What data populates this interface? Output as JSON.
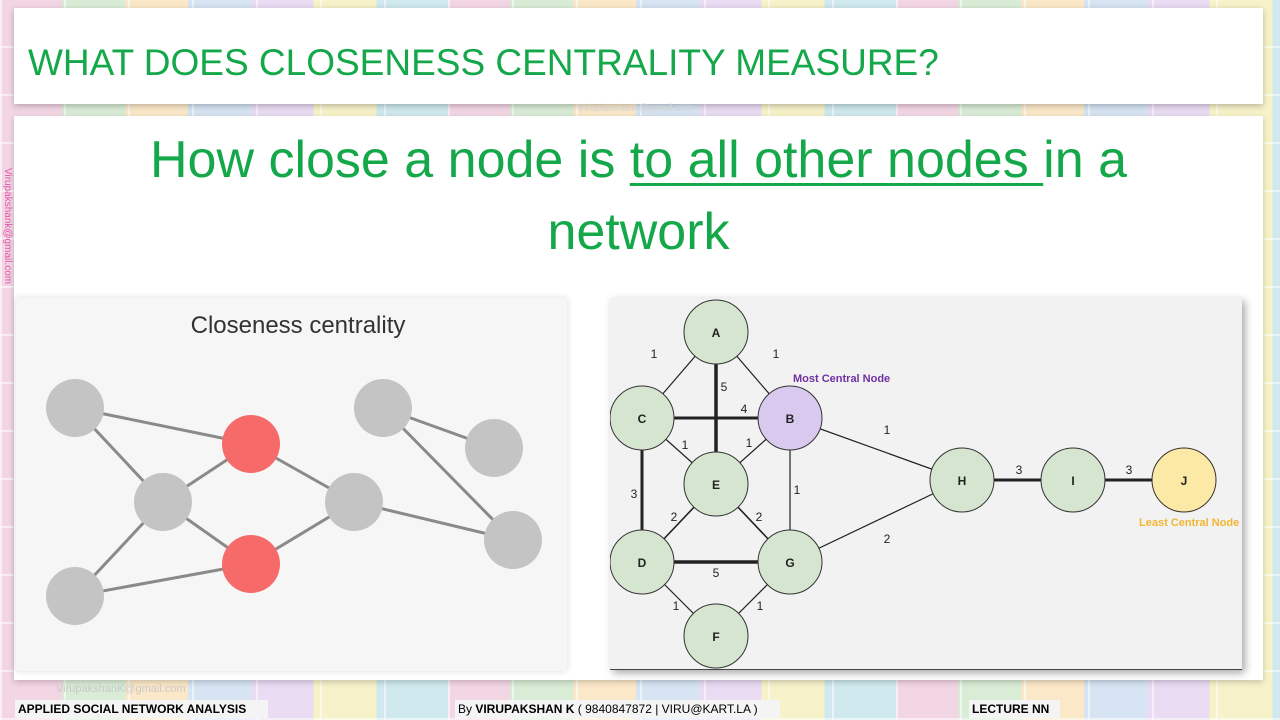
{
  "slide": {
    "title": "WHAT DOES CLOSENESS CENTRALITY MEASURE?",
    "heading_part1": "How close a node is ",
    "heading_underlined": "to all other nodes ",
    "heading_part2": "in a",
    "heading_line2": "network",
    "watermark_top": "Virupakshank@gmail.com",
    "watermark_side": "Virupakshank@gmail.com",
    "watermark_bottom": "VirupakshanK@gmail.com"
  },
  "left_diagram": {
    "title": "Closeness centrality",
    "colors": {
      "gray_node": "#c4c4c4",
      "red_node": "#f66a6a",
      "edge": "#8a8a8a"
    }
  },
  "right_diagram": {
    "nodes": [
      "A",
      "B",
      "C",
      "E",
      "H",
      "I",
      "J",
      "D",
      "G",
      "F"
    ],
    "edge_weights": [
      "1",
      "1",
      "5",
      "4",
      "1",
      "1",
      "1",
      "3",
      "2",
      "2",
      "1",
      "2",
      "5",
      "1",
      "1",
      "3",
      "3"
    ],
    "most_central_label": "Most Central Node",
    "least_central_label": "Least Central Node",
    "colors": {
      "green_node": "#d5e5cf",
      "purple_node": "#d9c9ee",
      "yellow_node": "#fde9a6",
      "purple_text": "#7030a0",
      "yellow_text": "#f2b632"
    }
  },
  "footer": {
    "course": "APPLIED SOCIAL NETWORK ANALYSIS",
    "by_label": "By ",
    "author": "VIRUPAKSHAN K",
    "contact": " ( 9840847872  |  VIRU@KART.LA )",
    "lecture": "LECTURE NN"
  }
}
